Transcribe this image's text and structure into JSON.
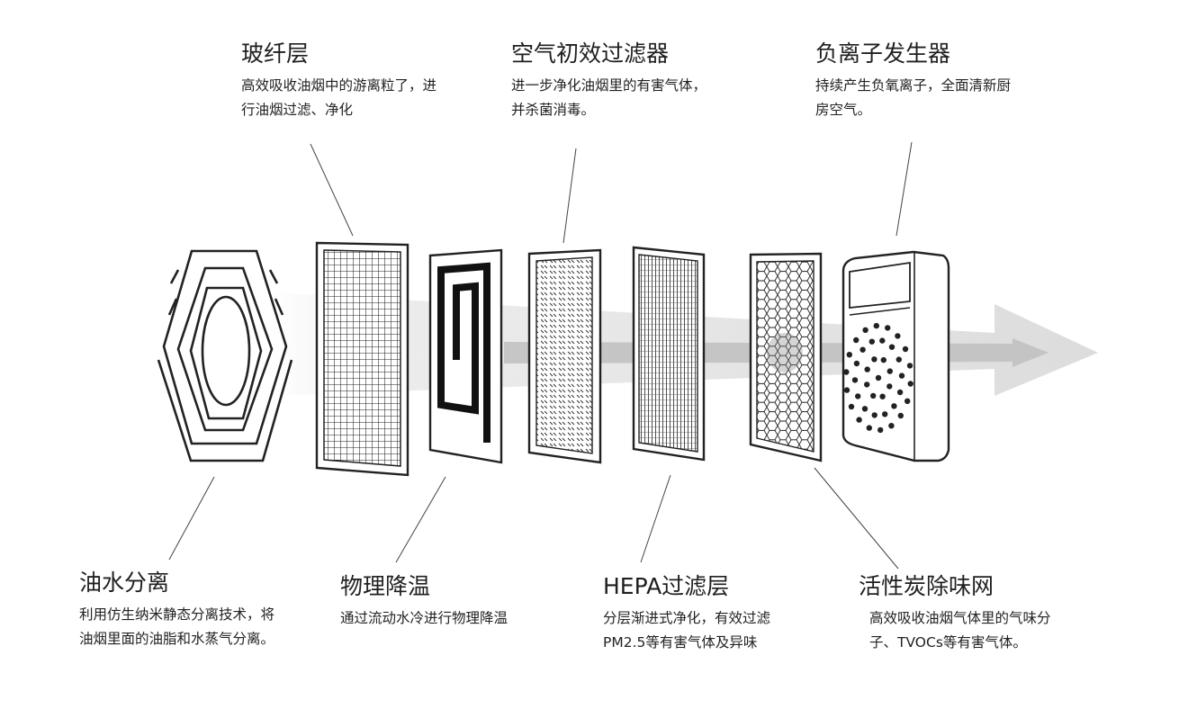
{
  "top_labels": {
    "glass_fiber": {
      "title": "玻纤层",
      "desc": "高效吸收油烟中的游离粒了，进行油烟过滤、净化"
    },
    "air_primary": {
      "title": "空气初效过滤器",
      "desc": "进一步净化油烟里的有害气体，并杀菌消毒。"
    },
    "ion_generator": {
      "title": "负离子发生器",
      "desc": "持续产生负氧离子，全面清新厨房空气。"
    }
  },
  "bottom_labels": {
    "oil_water": {
      "title": "油水分离",
      "desc": "利用仿生纳米静态分离技术，将油烟里面的油脂和水蒸气分离。"
    },
    "cooling": {
      "title": "物理降温",
      "desc": "通过流动水冷进行物理降温"
    },
    "hepa": {
      "title": "HEPA过滤层",
      "desc": "分层渐进式净化，有效过滤PM2.5等有害气体及异味"
    },
    "carbon": {
      "title": "活性炭除味网",
      "desc": "高效吸收油烟气体里的气味分子、TVOCs等有害气体。"
    }
  },
  "colors": {
    "stroke": "#222222",
    "arrow": "#cfcfcf",
    "leader": "#444444"
  }
}
